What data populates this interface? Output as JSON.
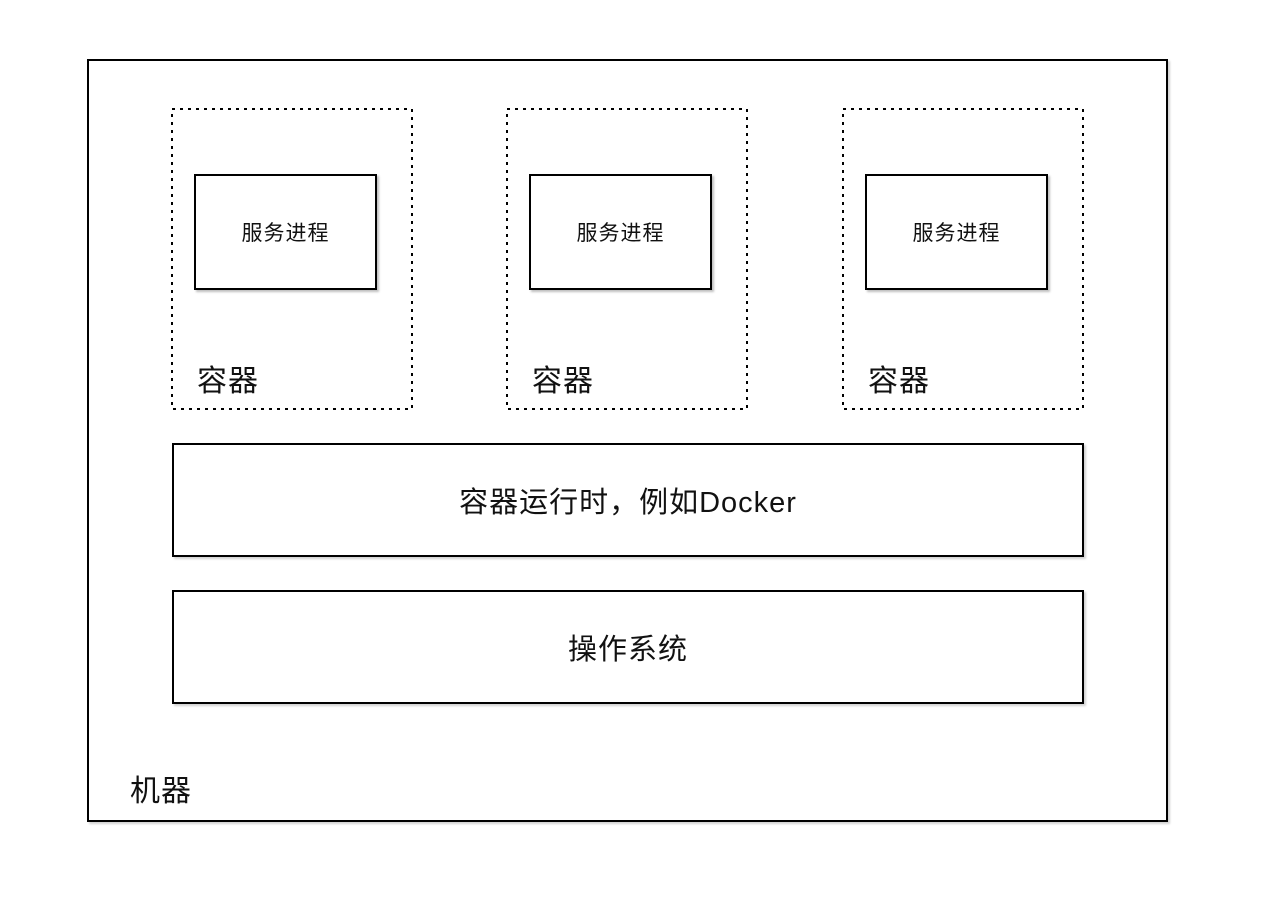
{
  "diagram": {
    "machine": {
      "label": "机器"
    },
    "containers": [
      {
        "label": "容器",
        "process": "服务进程"
      },
      {
        "label": "容器",
        "process": "服务进程"
      },
      {
        "label": "容器",
        "process": "服务进程"
      }
    ],
    "runtime": {
      "label": "容器运行时，例如Docker"
    },
    "os": {
      "label": "操作系统"
    },
    "colors": {
      "border": "#000000",
      "background": "#ffffff",
      "text": "#111111"
    }
  }
}
